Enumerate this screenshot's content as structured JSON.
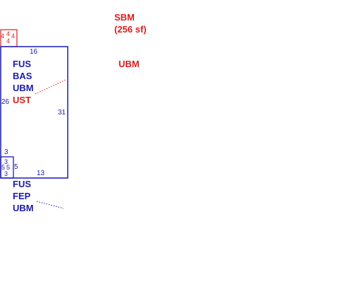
{
  "colors": {
    "blue": "#1a1ab4",
    "red": "#e01b1b"
  },
  "top_right": {
    "sbm_label": "SBM",
    "sbm_area": "(256 sf)",
    "ubm_label": "UBM"
  },
  "red_box": {
    "d1": "4",
    "d2": "4",
    "d3": "4",
    "d4": "4"
  },
  "main_room": {
    "dim_top": "16",
    "dim_left": "26",
    "dim_right": "31",
    "dim_bottom": "13",
    "labels": [
      "FUS",
      "BAS",
      "UBM",
      "UST"
    ]
  },
  "small_box": {
    "dim_top": "3",
    "dim_left": "5",
    "dim_mid": "5",
    "dim_right": "5",
    "dim_bottom": "3",
    "dim_inner": "3"
  },
  "lower_group": {
    "labels": [
      "FUS",
      "FEP",
      "UBM"
    ]
  }
}
